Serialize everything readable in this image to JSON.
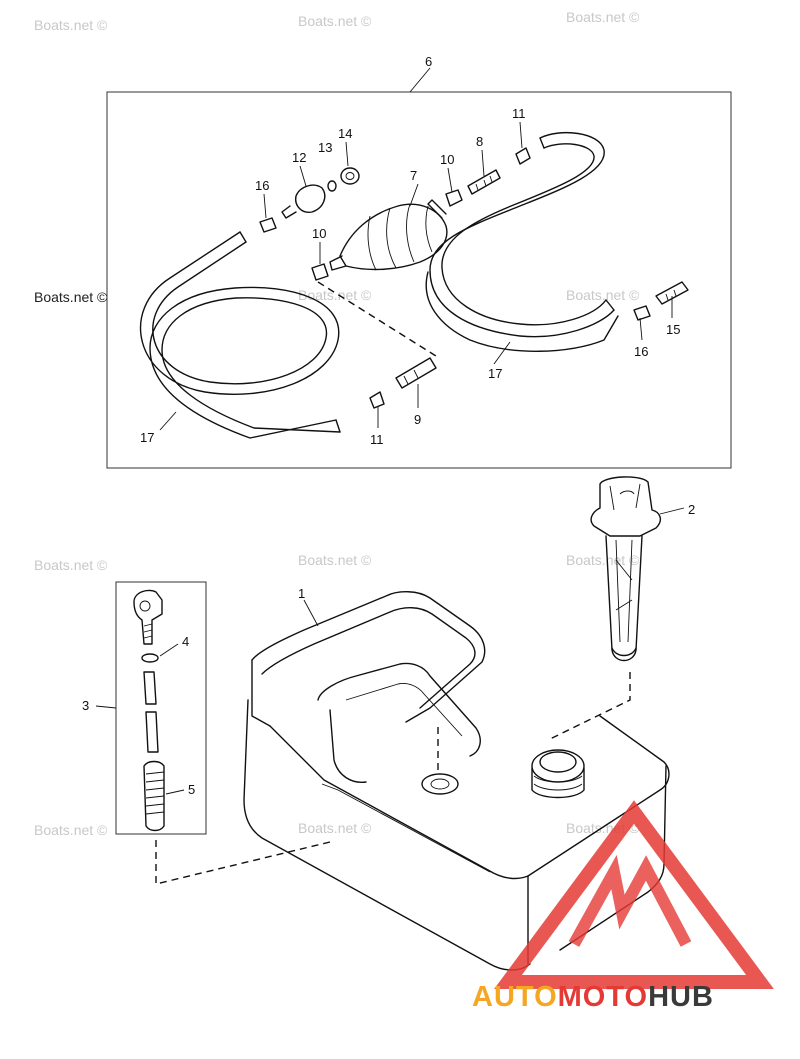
{
  "watermark": {
    "text": "Boats.net ©",
    "brand": {
      "part1": "AUTO",
      "part2": "MOTO",
      "part3": "HUB",
      "colors": {
        "auto": "#f5a623",
        "moto": "#e53935",
        "hub": "#3a3a3a",
        "triangle": "#e53935"
      }
    }
  },
  "callouts": {
    "n1": "1",
    "n2": "2",
    "n3": "3",
    "n4": "4",
    "n5": "5",
    "n6": "6",
    "n7": "7",
    "n8": "8",
    "n9": "9",
    "n10a": "10",
    "n10b": "10",
    "n11a": "11",
    "n11b": "11",
    "n12": "12",
    "n13": "13",
    "n14": "14",
    "n15": "15",
    "n16a": "16",
    "n16b": "16",
    "n17a": "17",
    "n17b": "17"
  }
}
